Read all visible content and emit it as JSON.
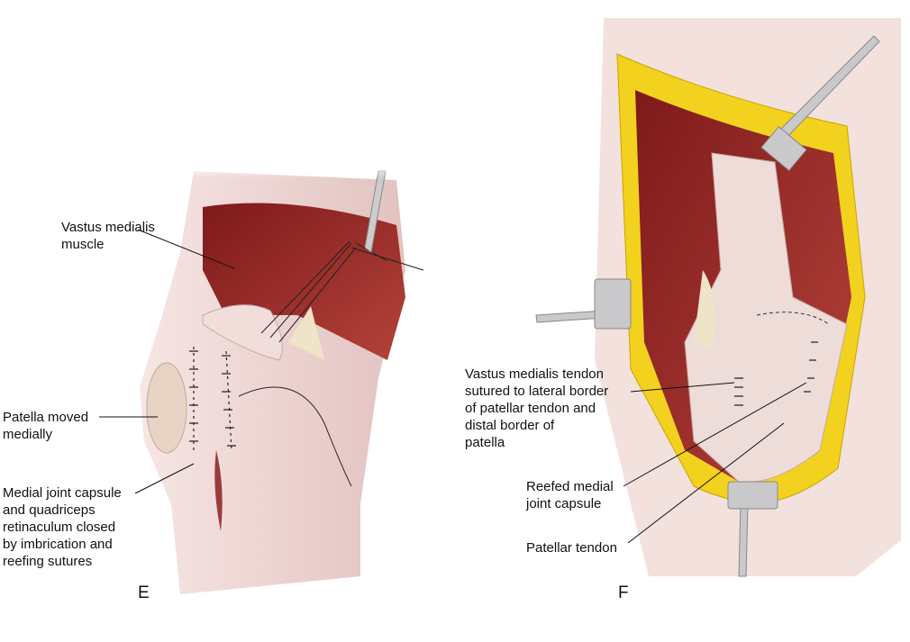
{
  "panels": {
    "E": {
      "letter": "E",
      "labels": {
        "vastus_medialis": "Vastus medialis\nmuscle",
        "patella": "Patella moved\nmedially",
        "capsule": "Medial joint capsule\nand quadriceps\nretinaculum closed\nby imbrication and\nreefing sutures"
      }
    },
    "F": {
      "letter": "F",
      "labels": {
        "tendon": "Vastus medialis tendon\nsutured to lateral border\nof patellar tendon and\ndistal border of\npatella",
        "reefed": "Reefed medial\njoint capsule",
        "patellar_tendon": "Patellar tendon"
      }
    }
  },
  "colors": {
    "muscle": "#9b2a2a",
    "fascia": "#ecd3d0",
    "fat": "#f2d21e",
    "instrument": "#c9c9cc"
  }
}
